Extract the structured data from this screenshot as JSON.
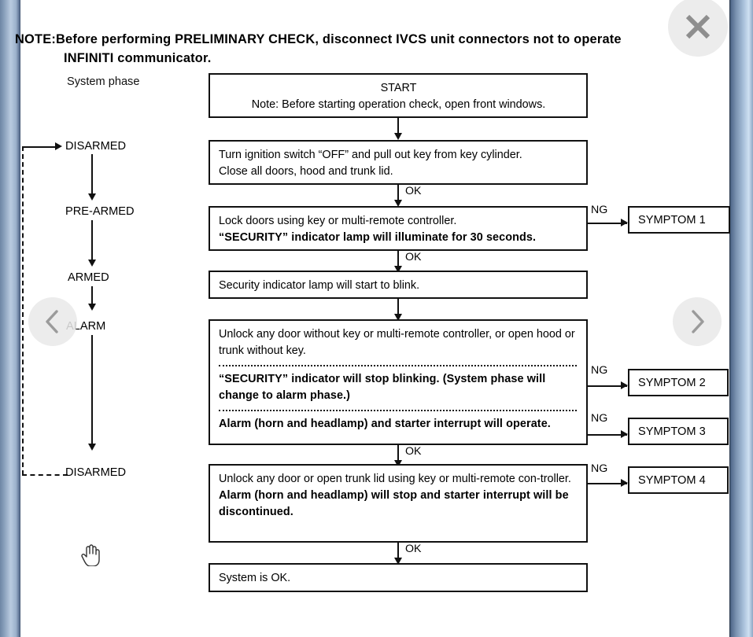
{
  "document": {
    "note": {
      "label": "NOTE:",
      "line1": "Before performing PRELIMINARY CHECK, disconnect IVCS unit connectors not to operate",
      "line2": "INFINITI communicator."
    },
    "system_phase": {
      "title": "System phase",
      "phases": [
        {
          "label": "DISARMED"
        },
        {
          "label": "PRE-ARMED"
        },
        {
          "label": "ARMED"
        },
        {
          "label": "ALARM"
        },
        {
          "label": "DISARMED"
        }
      ]
    },
    "flow": {
      "boxes": [
        {
          "id": "start",
          "title": "START",
          "lines": [
            "Note: Before starting operation check, open front windows."
          ]
        },
        {
          "id": "ignition-off",
          "lines": [
            "Turn ignition switch “OFF” and pull out key from key cylinder.",
            "Close all doors, hood and trunk lid."
          ]
        },
        {
          "id": "lock-doors",
          "lines": [
            "Lock doors using key or multi-remote controller."
          ],
          "bold_lines": [
            "“SECURITY” indicator lamp will illuminate for 30 seconds."
          ]
        },
        {
          "id": "indicator-blink",
          "lines": [
            "Security indicator lamp will start to blink."
          ]
        },
        {
          "id": "unlock-without-key",
          "lines": [
            "Unlock any door without key or multi-remote controller, or open hood or trunk without key."
          ],
          "sections": [
            "“SECURITY” indicator will stop blinking. (System phase will change to alarm phase.)",
            "Alarm (horn and headlamp) and starter interrupt will operate."
          ]
        },
        {
          "id": "unlock-with-key",
          "lines": [
            "Unlock any door or open trunk lid using key or multi-remote con-troller."
          ],
          "bold_lines": [
            "Alarm (horn and headlamp) will stop and starter interrupt will be discontinued."
          ]
        },
        {
          "id": "system-ok",
          "lines": [
            "System is OK."
          ]
        }
      ],
      "edge_labels": {
        "ok": "OK",
        "ng": "NG"
      },
      "symptoms": [
        {
          "label": "SYMPTOM 1"
        },
        {
          "label": "SYMPTOM 2"
        },
        {
          "label": "SYMPTOM 3"
        },
        {
          "label": "SYMPTOM 4"
        }
      ]
    }
  },
  "overlay": {
    "close_label": "✕",
    "prev_label": "‹",
    "next_label": "›"
  },
  "colors": {
    "ink": "#111111",
    "paper": "#ffffff",
    "edge_blue": "#8ba2bd",
    "overlay_gray": "#e9e9e9"
  }
}
